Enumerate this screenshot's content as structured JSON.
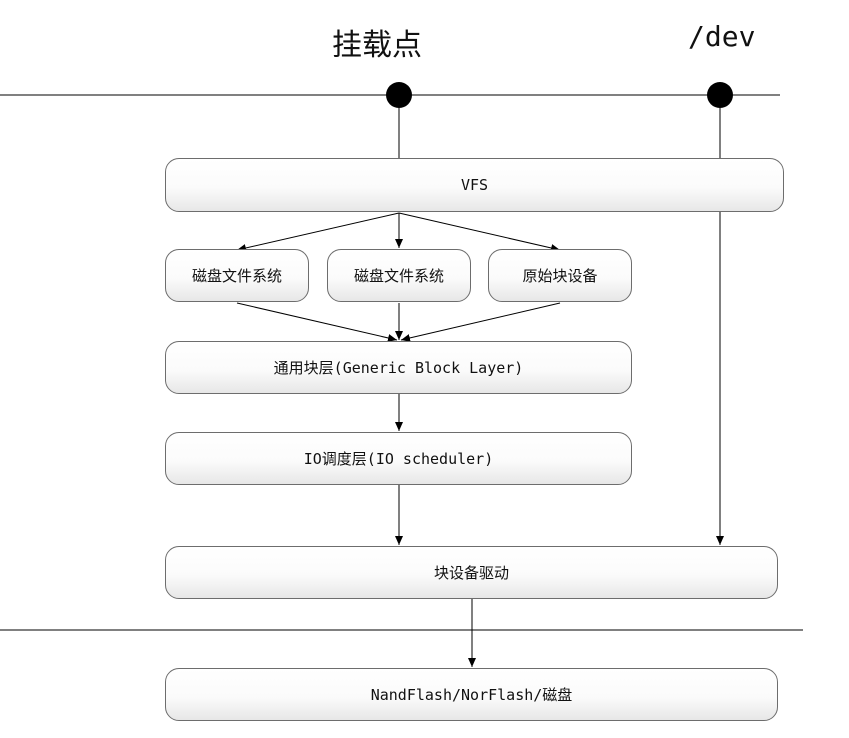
{
  "headers": {
    "mount_point": "挂载点",
    "dev": "/dev"
  },
  "boxes": {
    "vfs": "VFS",
    "fs1": "磁盘文件系统",
    "fs2": "磁盘文件系统",
    "raw_block_device": "原始块设备",
    "generic_block_layer": "通用块层(Generic Block Layer)",
    "io_scheduler": "IO调度层(IO scheduler)",
    "block_device_driver": "块设备驱动",
    "storage": "NandFlash/NorFlash/磁盘"
  }
}
